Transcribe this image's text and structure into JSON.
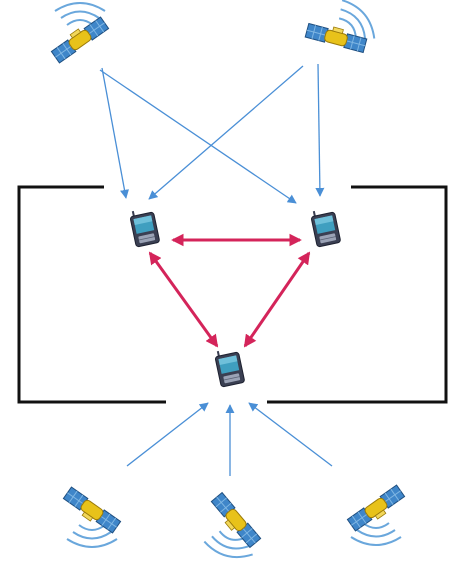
{
  "diagram": {
    "background": "#ffffff",
    "colors": {
      "wall": "#111111",
      "signal_arrow": "#4a8fd6",
      "peer_arrow": "#d4245a",
      "satellite_body": "#e8c21a",
      "satellite_panel": "#3f86c9",
      "satellite_panel_grid": "#7fb6e3",
      "satellite_wave": "#6aa7dc",
      "phone_body": "#3a3f52",
      "phone_screen": "#3f9fc0",
      "phone_keys": "#9aa2b5"
    },
    "satellites": [
      {
        "id": "sat-top-left",
        "icon": "satellite-icon"
      },
      {
        "id": "sat-top-right",
        "icon": "satellite-icon"
      },
      {
        "id": "sat-bottom-left",
        "icon": "satellite-icon"
      },
      {
        "id": "sat-bottom-center",
        "icon": "satellite-icon"
      },
      {
        "id": "sat-bottom-right",
        "icon": "satellite-icon"
      }
    ],
    "devices": [
      {
        "id": "device-left",
        "icon": "pda-phone-icon"
      },
      {
        "id": "device-right",
        "icon": "pda-phone-icon"
      },
      {
        "id": "device-bottom",
        "icon": "pda-phone-icon"
      }
    ],
    "signal_links": [
      {
        "from": "sat-top-left",
        "to": "device-left"
      },
      {
        "from": "sat-top-left",
        "to": "device-right"
      },
      {
        "from": "sat-top-right",
        "to": "device-left"
      },
      {
        "from": "sat-top-right",
        "to": "device-right"
      },
      {
        "from": "sat-bottom-left",
        "to": "device-bottom"
      },
      {
        "from": "sat-bottom-center",
        "to": "device-bottom"
      },
      {
        "from": "sat-bottom-right",
        "to": "device-bottom"
      }
    ],
    "peer_links": [
      {
        "a": "device-left",
        "b": "device-right"
      },
      {
        "a": "device-left",
        "b": "device-bottom"
      },
      {
        "a": "device-right",
        "b": "device-bottom"
      }
    ]
  }
}
